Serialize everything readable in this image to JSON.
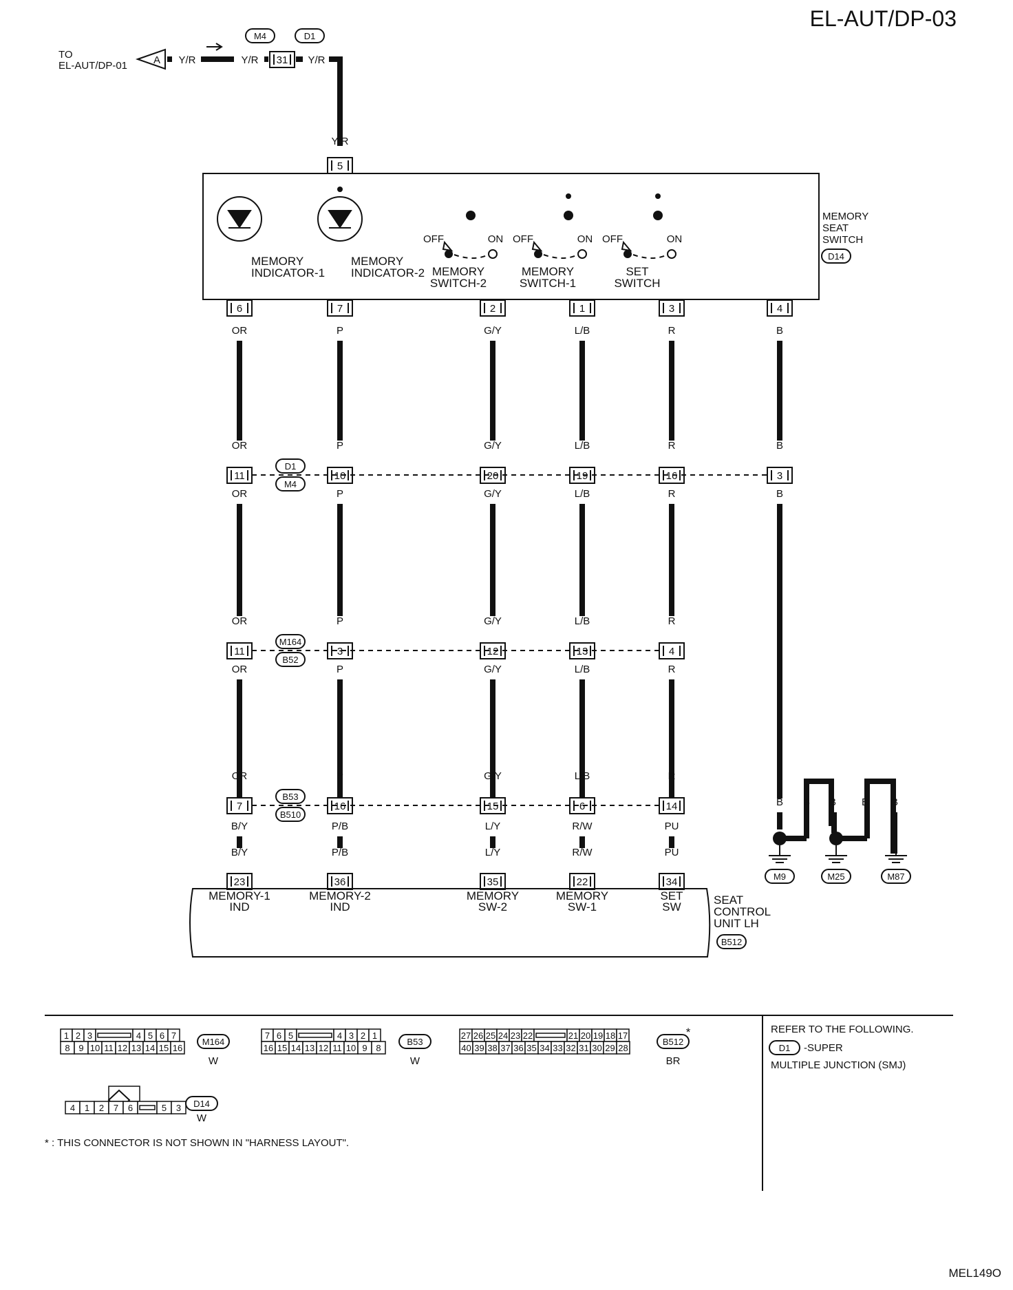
{
  "header": {
    "page_id": "EL-AUT/DP-03",
    "figure_code": "MEL149O"
  },
  "top": {
    "to_label": "TO",
    "to_ref": "EL-AUT/DP-01",
    "arrow_letter": "A",
    "wire1": "Y/R",
    "wire2": "Y/R",
    "wire3": "Y/R",
    "wire4": "Y/R",
    "conn_m": "M4",
    "conn_d": "D1",
    "pin": "31",
    "switch_pin": "5"
  },
  "memory_switch": {
    "name_lines": [
      "MEMORY",
      "SEAT",
      "SWITCH"
    ],
    "connector": "D14",
    "ind1_lines": [
      "MEMORY",
      "INDICATOR-1"
    ],
    "ind2_lines": [
      "MEMORY",
      "INDICATOR-2"
    ],
    "sw2_lines": [
      "MEMORY",
      "SWITCH-2"
    ],
    "sw1_lines": [
      "MEMORY",
      "SWITCH-1"
    ],
    "set_lines": [
      "SET",
      "SWITCH"
    ],
    "off": "OFF",
    "on": "ON"
  },
  "columns": [
    {
      "d14": "6",
      "w1": "OR",
      "j1": "11",
      "w2": "OR",
      "j2": "11",
      "w3": "OR",
      "j3": "7",
      "w4": "B/Y",
      "su": "23",
      "su_l1": "MEMORY-1",
      "su_l2": "IND"
    },
    {
      "d14": "7",
      "w1": "P",
      "j1": "10",
      "w2": "P",
      "j2": "3",
      "w3": "P",
      "j3": "16",
      "w4": "P/B",
      "su": "36",
      "su_l1": "MEMORY-2",
      "su_l2": "IND"
    },
    {
      "d14": "2",
      "w1": "G/Y",
      "j1": "20",
      "w2": "G/Y",
      "j2": "12",
      "w3": "G/Y",
      "j3": "15",
      "w4": "L/Y",
      "su": "35",
      "su_l1": "MEMORY",
      "su_l2": "SW-2"
    },
    {
      "d14": "1",
      "w1": "L/B",
      "j1": "19",
      "w2": "L/B",
      "j2": "13",
      "w3": "L/B",
      "j3": "6",
      "w4": "R/W",
      "su": "22",
      "su_l1": "MEMORY",
      "su_l2": "SW-1"
    },
    {
      "d14": "3",
      "w1": "R",
      "j1": "16",
      "w2": "R",
      "j2": "4",
      "w3": "R",
      "j3": "14",
      "w4": "PU",
      "su": "34",
      "su_l1": "SET",
      "su_l2": "SW"
    }
  ],
  "ground_column": {
    "d14": "4",
    "w1": "B",
    "j1": "3",
    "w2": "B",
    "w3": "B"
  },
  "ground_wires": [
    "B",
    "B",
    "B",
    "B"
  ],
  "grounds": [
    "M9",
    "M25",
    "M87"
  ],
  "junction_ovals": {
    "j1_top": "D1",
    "j1_bottom": "M4",
    "j2_top": "M164",
    "j2_bottom": "B52",
    "j3_top": "B53",
    "j3_bottom": "B510"
  },
  "seat_control_unit": {
    "name_lines": [
      "SEAT",
      "CONTROL",
      "UNIT LH"
    ],
    "connector": "B512"
  },
  "legend": {
    "m164": {
      "row1": [
        "1",
        "2",
        "3",
        "",
        "4",
        "5",
        "6",
        "7"
      ],
      "row2": [
        "8",
        "9",
        "10",
        "11",
        "12",
        "13",
        "14",
        "15",
        "16"
      ],
      "id": "M164",
      "color": "W"
    },
    "b53": {
      "row1": [
        "7",
        "6",
        "5",
        "",
        "4",
        "3",
        "2",
        "1"
      ],
      "row2": [
        "16",
        "15",
        "14",
        "13",
        "12",
        "11",
        "10",
        "9",
        "8"
      ],
      "id": "B53",
      "color": "W"
    },
    "b512": {
      "row1": [
        "27",
        "26",
        "25",
        "24",
        "23",
        "22",
        "",
        "21",
        "20",
        "19",
        "18",
        "17"
      ],
      "row2": [
        "40",
        "39",
        "38",
        "37",
        "36",
        "35",
        "34",
        "33",
        "32",
        "31",
        "30",
        "29",
        "28"
      ],
      "id": "B512",
      "color": "BR",
      "star": "*"
    },
    "d14": {
      "row": [
        "4",
        "1",
        "2",
        "7",
        "6",
        "",
        "5",
        "3"
      ],
      "id": "D14",
      "color": "W"
    },
    "footnote": "* : THIS CONNECTOR IS NOT SHOWN IN \"HARNESS LAYOUT\".",
    "refer_line1": "REFER TO THE FOLLOWING.",
    "refer_oval": "D1",
    "refer_line2": "-SUPER",
    "refer_line3": "MULTIPLE JUNCTION (SMJ)"
  }
}
